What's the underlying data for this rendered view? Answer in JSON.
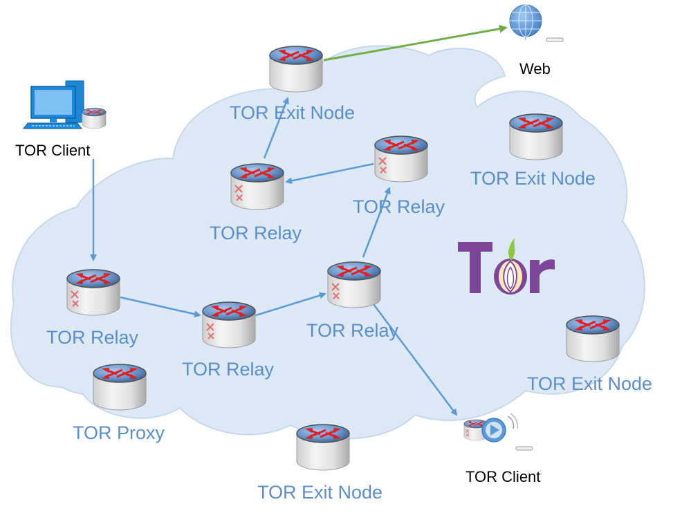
{
  "colors": {
    "cloud_fill": "#dde9f4",
    "cloud_stroke": "#c6d8ea",
    "arrow_blue": "#5b9bd5",
    "arrow_green": "#70ad47",
    "label_blue": "#5b8ec9",
    "router_top_blue": "#6a96cc",
    "router_arrow_red": "#e02020",
    "tor_purple": "#7d4698",
    "computer_blue": "#1e88d8"
  },
  "nodes": {
    "web_label": "Web",
    "tor_client_1": "TOR Client",
    "tor_client_2": "TOR Client",
    "exit_node_1": "TOR Exit Node",
    "exit_node_2": "TOR Exit Node",
    "exit_node_3": "TOR Exit Node",
    "exit_node_4": "TOR Exit Node",
    "relay_1": "TOR Relay",
    "relay_2": "TOR Relay",
    "relay_3": "TOR Relay",
    "relay_4": "TOR Relay",
    "relay_5": "TOR Relay",
    "proxy": "TOR Proxy"
  },
  "logo": {
    "text": "Tor"
  },
  "icons": [
    "globe-icon",
    "computer-icon",
    "router-icon",
    "media-client-icon",
    "onion-icon"
  ]
}
